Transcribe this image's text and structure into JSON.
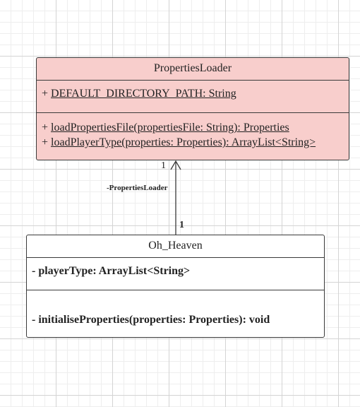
{
  "diagram": {
    "classes": [
      {
        "name": "PropertiesLoader",
        "attributes": [
          {
            "visibility": "+",
            "text": "DEFAULT_DIRECTORY_PATH: String"
          }
        ],
        "operations": [
          {
            "visibility": "+",
            "text": "loadPropertiesFile(propertiesFile: String):  Properties"
          },
          {
            "visibility": "+",
            "text": "loadPlayerType(properties: Properties): ArrayList<String>"
          }
        ],
        "fill": "#f8cecc"
      },
      {
        "name": "Oh_Heaven",
        "attributes": [
          {
            "visibility": "-",
            "text": "playerType: ArrayList<String>"
          }
        ],
        "operations": [
          {
            "visibility": "-",
            "text": "initialiseProperties(properties: Properties): void"
          }
        ],
        "fill": "#ffffff"
      }
    ],
    "association": {
      "role": "-PropertiesLoader",
      "multiplicity_source": "1",
      "multiplicity_target": "1"
    },
    "line_color": "#3a3a3a"
  }
}
